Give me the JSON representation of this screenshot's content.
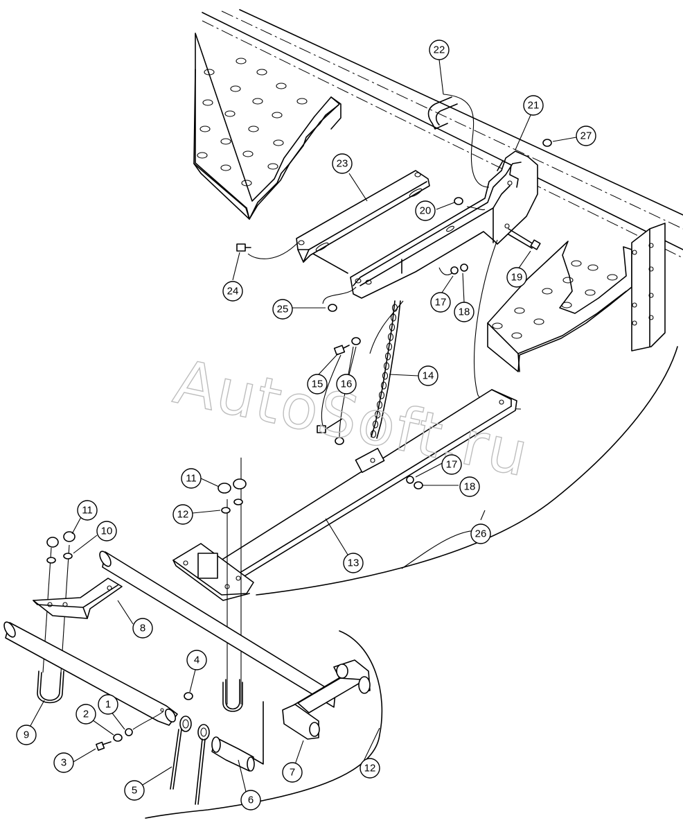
{
  "watermark": "AutoSoft.ru",
  "callouts": [
    {
      "label": "1"
    },
    {
      "label": "2"
    },
    {
      "label": "3"
    },
    {
      "label": "4"
    },
    {
      "label": "5"
    },
    {
      "label": "6"
    },
    {
      "label": "7"
    },
    {
      "label": "8"
    },
    {
      "label": "9"
    },
    {
      "label": "10"
    },
    {
      "label": "11"
    },
    {
      "label": "11"
    },
    {
      "label": "12"
    },
    {
      "label": "12"
    },
    {
      "label": "13"
    },
    {
      "label": "14"
    },
    {
      "label": "15"
    },
    {
      "label": "16"
    },
    {
      "label": "17"
    },
    {
      "label": "17"
    },
    {
      "label": "18"
    },
    {
      "label": "18"
    },
    {
      "label": "19"
    },
    {
      "label": "20"
    },
    {
      "label": "21"
    },
    {
      "label": "22"
    },
    {
      "label": "23"
    },
    {
      "label": "24"
    },
    {
      "label": "25"
    },
    {
      "label": "26"
    },
    {
      "label": "27"
    }
  ]
}
